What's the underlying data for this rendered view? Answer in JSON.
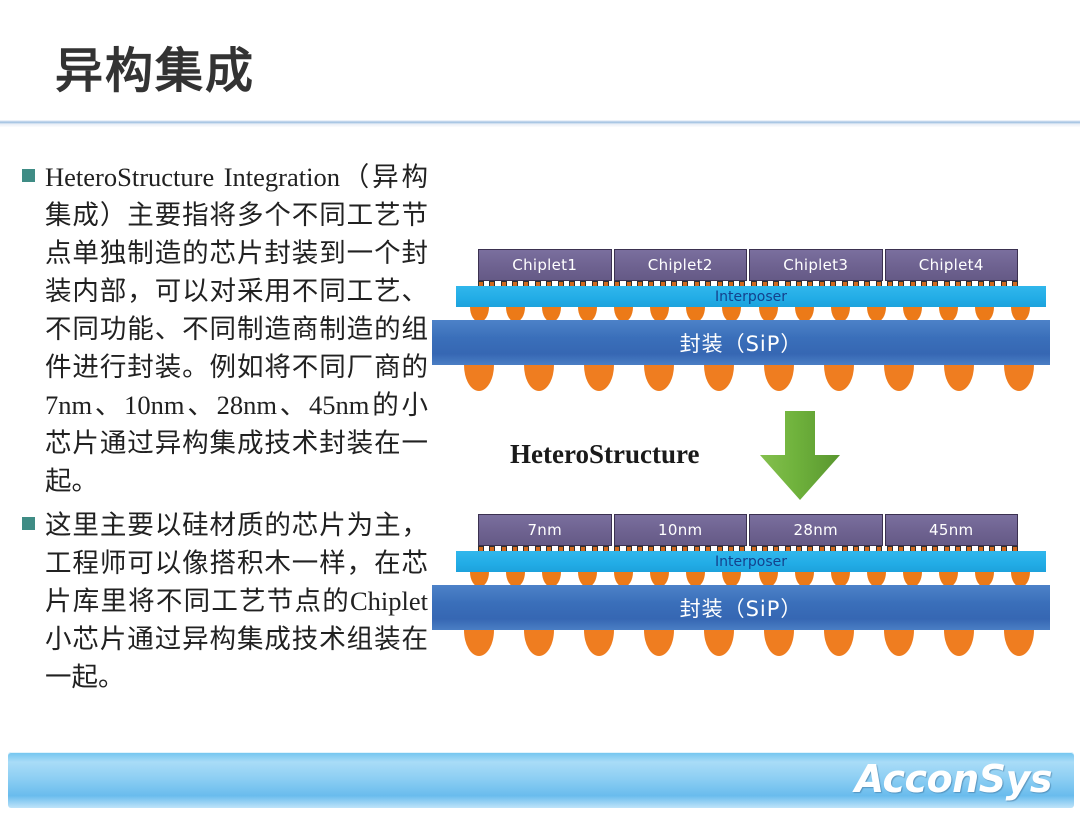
{
  "slide": {
    "title": "异构集成",
    "accent_teal": "#3f8c85",
    "accent_blue": "#3a6fba",
    "accent_cyan": "#22ace6",
    "accent_purple": "#6e6290",
    "accent_orange": "#ef7d20",
    "accent_green": "#6cb33f"
  },
  "body": {
    "bullets": [
      "HeteroStructure Integration（异构集成）主要指将多个不同工艺节点单独制造的芯片封装到一个封装内部，可以对采用不同工艺、不同功能、不同制造商制造的组件进行封装。例如将不同厂商的7nm、10nm、28nm、45nm的小芯片通过异构集成技术封装在一起。",
      "这里主要以硅材质的芯片为主，工程师可以像搭积木一样，在芯片库里将不同工艺节点的Chiplet小芯片通过异构集成技术组装在一起。"
    ]
  },
  "diagram": {
    "top_stack": {
      "chiplets": [
        "Chiplet1",
        "Chiplet2",
        "Chiplet3",
        "Chiplet4"
      ],
      "interposer_label": "Interposer",
      "package_label": "封装（SiP）",
      "microbump_count": 48,
      "c4_ball_count": 16,
      "bga_ball_count": 10
    },
    "transition": {
      "label": "HeteroStructure",
      "arrow": "down-arrow"
    },
    "bottom_stack": {
      "chiplets": [
        "7nm",
        "10nm",
        "28nm",
        "45nm"
      ],
      "interposer_label": "Interposer",
      "package_label": "封装（SiP）",
      "microbump_count": 48,
      "c4_ball_count": 16,
      "bga_ball_count": 10
    }
  },
  "footer": {
    "logo": "AcconSys"
  }
}
